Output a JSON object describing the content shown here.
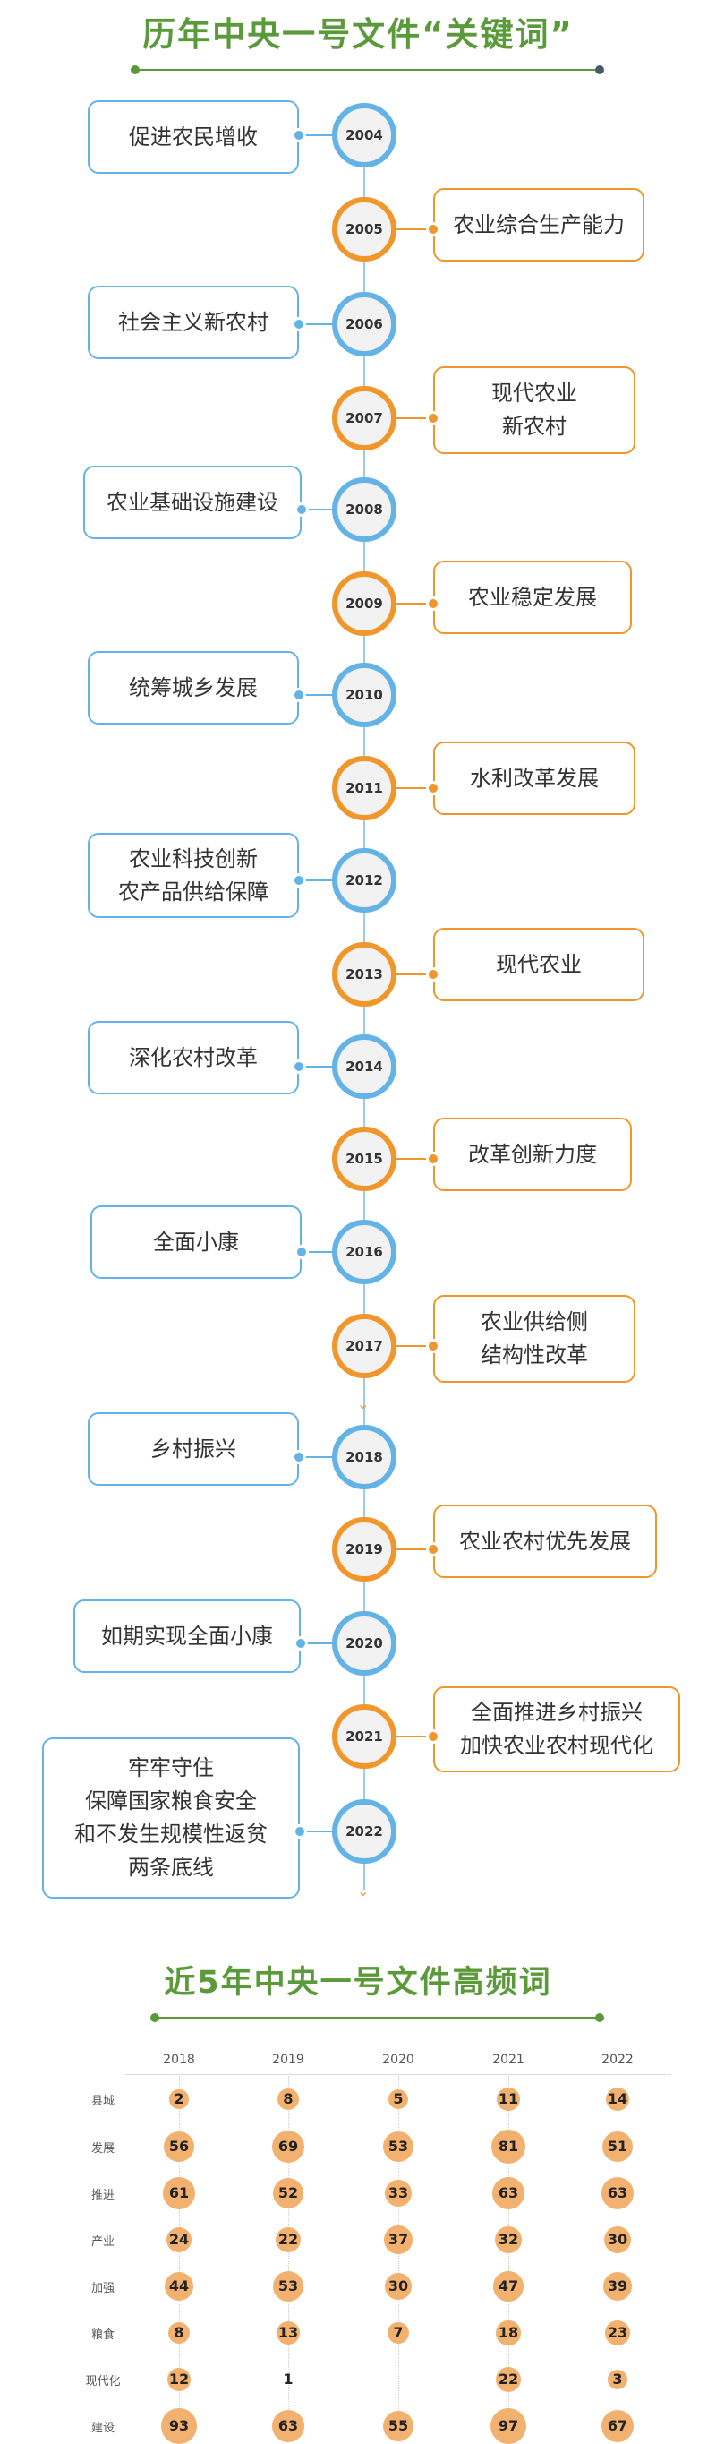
{
  "title1": "历年中央一号文件“关键词”",
  "title2": "近5年中央一号文件高频词",
  "timeline": [
    {
      "year": "2004",
      "text": "促进农民增收",
      "side": "left"
    },
    {
      "year": "2005",
      "text": "农业综合生产能力",
      "side": "right"
    },
    {
      "year": "2006",
      "text": "社会主义新农村",
      "side": "left"
    },
    {
      "year": "2007",
      "text": "现代农业\n新农村",
      "side": "right"
    },
    {
      "year": "2008",
      "text": "农业基础设施建设",
      "side": "left"
    },
    {
      "year": "2009",
      "text": "农业稳定发展",
      "side": "right"
    },
    {
      "year": "2010",
      "text": "统筹城乡发展",
      "side": "left"
    },
    {
      "year": "2011",
      "text": "水利改革发展",
      "side": "right"
    },
    {
      "year": "2012",
      "text": "农业科技创新\n农产品供给保障",
      "side": "left"
    },
    {
      "year": "2013",
      "text": "现代农业",
      "side": "right"
    },
    {
      "year": "2014",
      "text": "深化农村改革",
      "side": "left"
    },
    {
      "year": "2015",
      "text": "改革创新力度",
      "side": "right"
    },
    {
      "year": "2016",
      "text": "全面小康",
      "side": "left"
    },
    {
      "year": "2017",
      "text": "农业供给侧\n结构性改革",
      "side": "right"
    },
    {
      "year": "2018",
      "text": "乡村振兴",
      "side": "left"
    },
    {
      "year": "2019",
      "text": "农业农村优先发展",
      "side": "right"
    },
    {
      "year": "2020",
      "text": "如期实现全面小康",
      "side": "left"
    },
    {
      "year": "2021",
      "text": "全面推进乡村振兴\n加快农业农村现代化",
      "side": "right"
    },
    {
      "year": "2022",
      "text": "牢牢守住\n保障国家粮食安全\n和不发生规模性返贫\n两条底线",
      "side": "left"
    }
  ],
  "chart_data": {
    "type": "bubble-table",
    "years": [
      "2018",
      "2019",
      "2020",
      "2021",
      "2022"
    ],
    "rows": [
      {
        "label": "县城",
        "values": [
          2,
          8,
          5,
          11,
          14
        ]
      },
      {
        "label": "发展",
        "values": [
          56,
          69,
          53,
          81,
          51
        ]
      },
      {
        "label": "推进",
        "values": [
          61,
          52,
          33,
          63,
          63
        ]
      },
      {
        "label": "产业",
        "values": [
          24,
          22,
          37,
          32,
          30
        ]
      },
      {
        "label": "加强",
        "values": [
          44,
          53,
          30,
          47,
          39
        ]
      },
      {
        "label": "粮食",
        "values": [
          8,
          13,
          7,
          18,
          23
        ]
      },
      {
        "label": "现代化",
        "values": [
          12,
          1,
          0,
          22,
          3
        ]
      },
      {
        "label": "建设",
        "values": [
          93,
          63,
          55,
          97,
          67
        ]
      }
    ]
  },
  "colors": {
    "green": "#5b9a3a",
    "blue": "#63b3e6",
    "orange": "#f0962b",
    "bubble": "#f3b16f"
  }
}
